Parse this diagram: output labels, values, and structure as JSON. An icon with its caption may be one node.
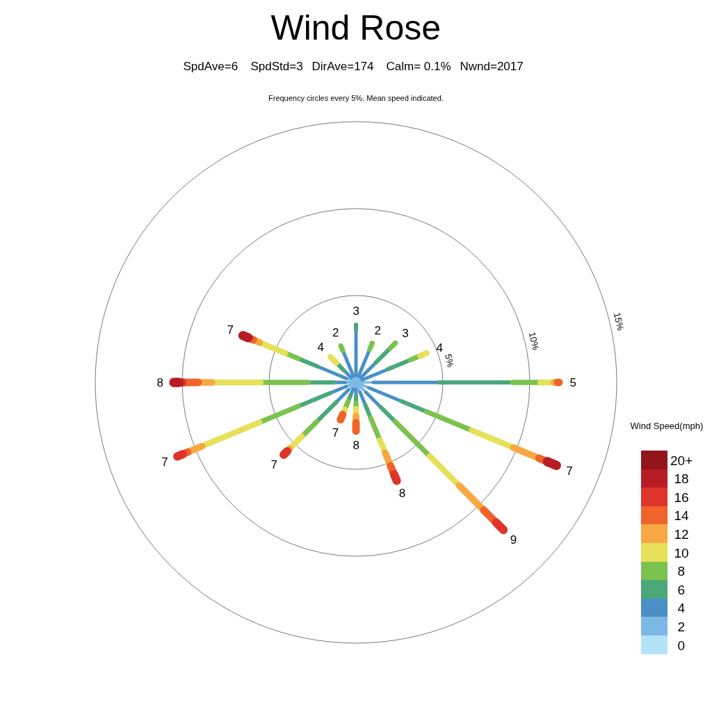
{
  "diagram": {
    "title": "Wind Rose",
    "caption": "Frequency circles every 5%. Mean speed indicated.",
    "labels": [
      "SpdAve=6",
      "SpdStd=3",
      "DirAve=174",
      "Calm= 0.1%",
      "Nwnd=2017",
      "3",
      "15%",
      "7",
      "2",
      "2",
      "3",
      "10%",
      "4",
      "4",
      "5%",
      "8",
      "5",
      "Wind Speed(mph)",
      "7",
      "8",
      "7",
      "7",
      "7",
      "8",
      "9"
    ],
    "legend": [
      {
        "text": "20+",
        "color": "#91151a"
      },
      {
        "text": "18",
        "color": "#b81c25"
      },
      {
        "text": "16",
        "color": "#dd3328"
      },
      {
        "text": "14",
        "color": "#f0632a"
      },
      {
        "text": "12",
        "color": "#f7a843"
      },
      {
        "text": "10",
        "color": "#e6e05a"
      },
      {
        "text": "8",
        "color": "#7cc24e"
      },
      {
        "text": "6",
        "color": "#4aa87a"
      },
      {
        "text": "4",
        "color": "#4a8fc6"
      },
      {
        "text": "2",
        "color": "#7cb9e6"
      },
      {
        "text": "0",
        "color": "#b3e3f7"
      }
    ]
  }
}
